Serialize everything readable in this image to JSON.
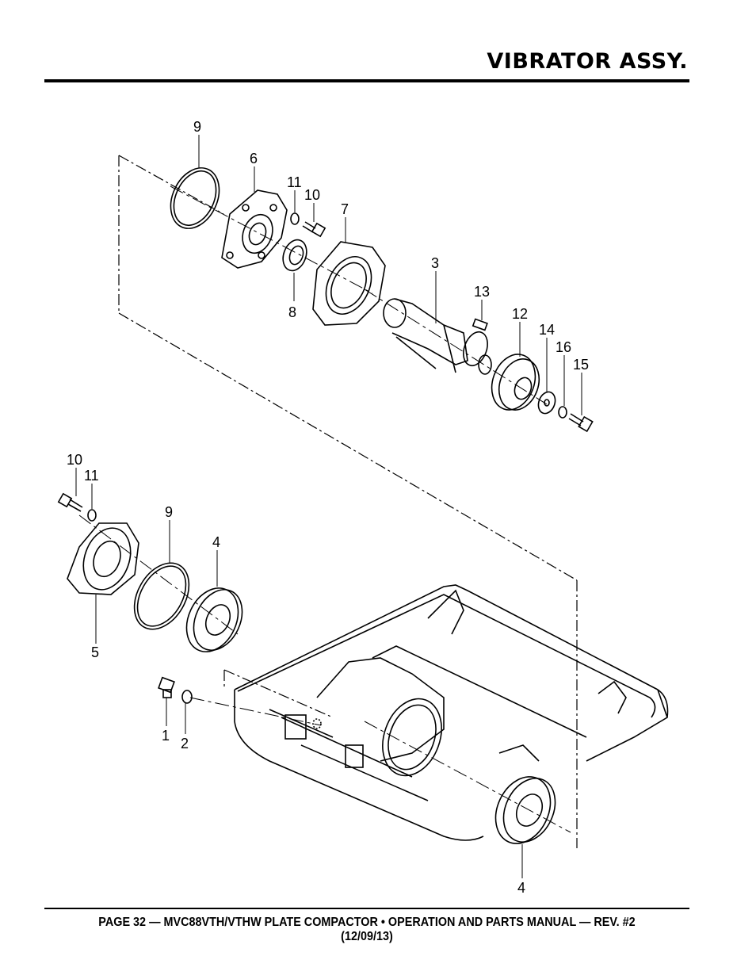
{
  "header": {
    "title": "VIBRATOR ASSY."
  },
  "footer": {
    "text": "PAGE 32 — MVC88VTH/VTHW PLATE COMPACTOR • OPERATION AND PARTS MANUAL — REV. #2 (12/09/13)"
  },
  "callouts": {
    "c9a": "9",
    "c6": "6",
    "c11a": "11",
    "c10a": "10",
    "c7": "7",
    "c8": "8",
    "c3": "3",
    "c13": "13",
    "c12": "12",
    "c14": "14",
    "c16": "16",
    "c15": "15",
    "c10b": "10",
    "c11b": "11",
    "c9b": "9",
    "c4a": "4",
    "c5": "5",
    "c1": "1",
    "c2": "2",
    "c4b": "4"
  }
}
